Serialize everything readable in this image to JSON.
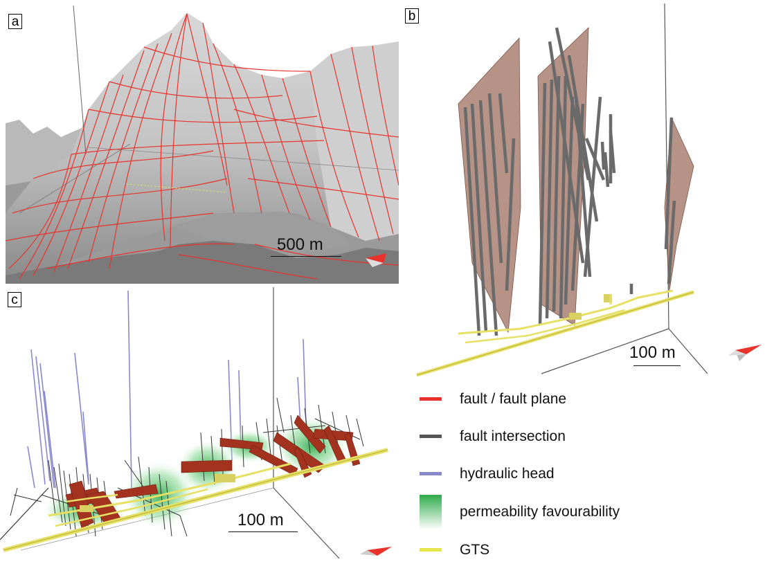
{
  "panels": {
    "a": {
      "label": "a",
      "scale_label": "500 m"
    },
    "b": {
      "label": "b",
      "scale_label": "100 m"
    },
    "c": {
      "label": "c",
      "scale_label": "100 m"
    }
  },
  "legend": {
    "items": [
      {
        "label": "fault / fault plane",
        "color": "#e8322b",
        "kind": "line"
      },
      {
        "label": "fault intersection",
        "color": "#555555",
        "kind": "line"
      },
      {
        "label": "hydraulic head",
        "color": "#8a88cc",
        "kind": "line"
      },
      {
        "label": "permeability favourability",
        "color": "#2eaa4a",
        "kind": "gradient"
      },
      {
        "label": "GTS",
        "color": "#e6e64a",
        "kind": "line"
      }
    ]
  },
  "colors": {
    "fault": "#e8322b",
    "fault_plane": "#9a6a58",
    "intersection": "#666666",
    "hydraulic_head": "#8a88cc",
    "permeability": "#2eaa4a",
    "gts": "#e6e064",
    "terrain": "#a6a6a6"
  }
}
